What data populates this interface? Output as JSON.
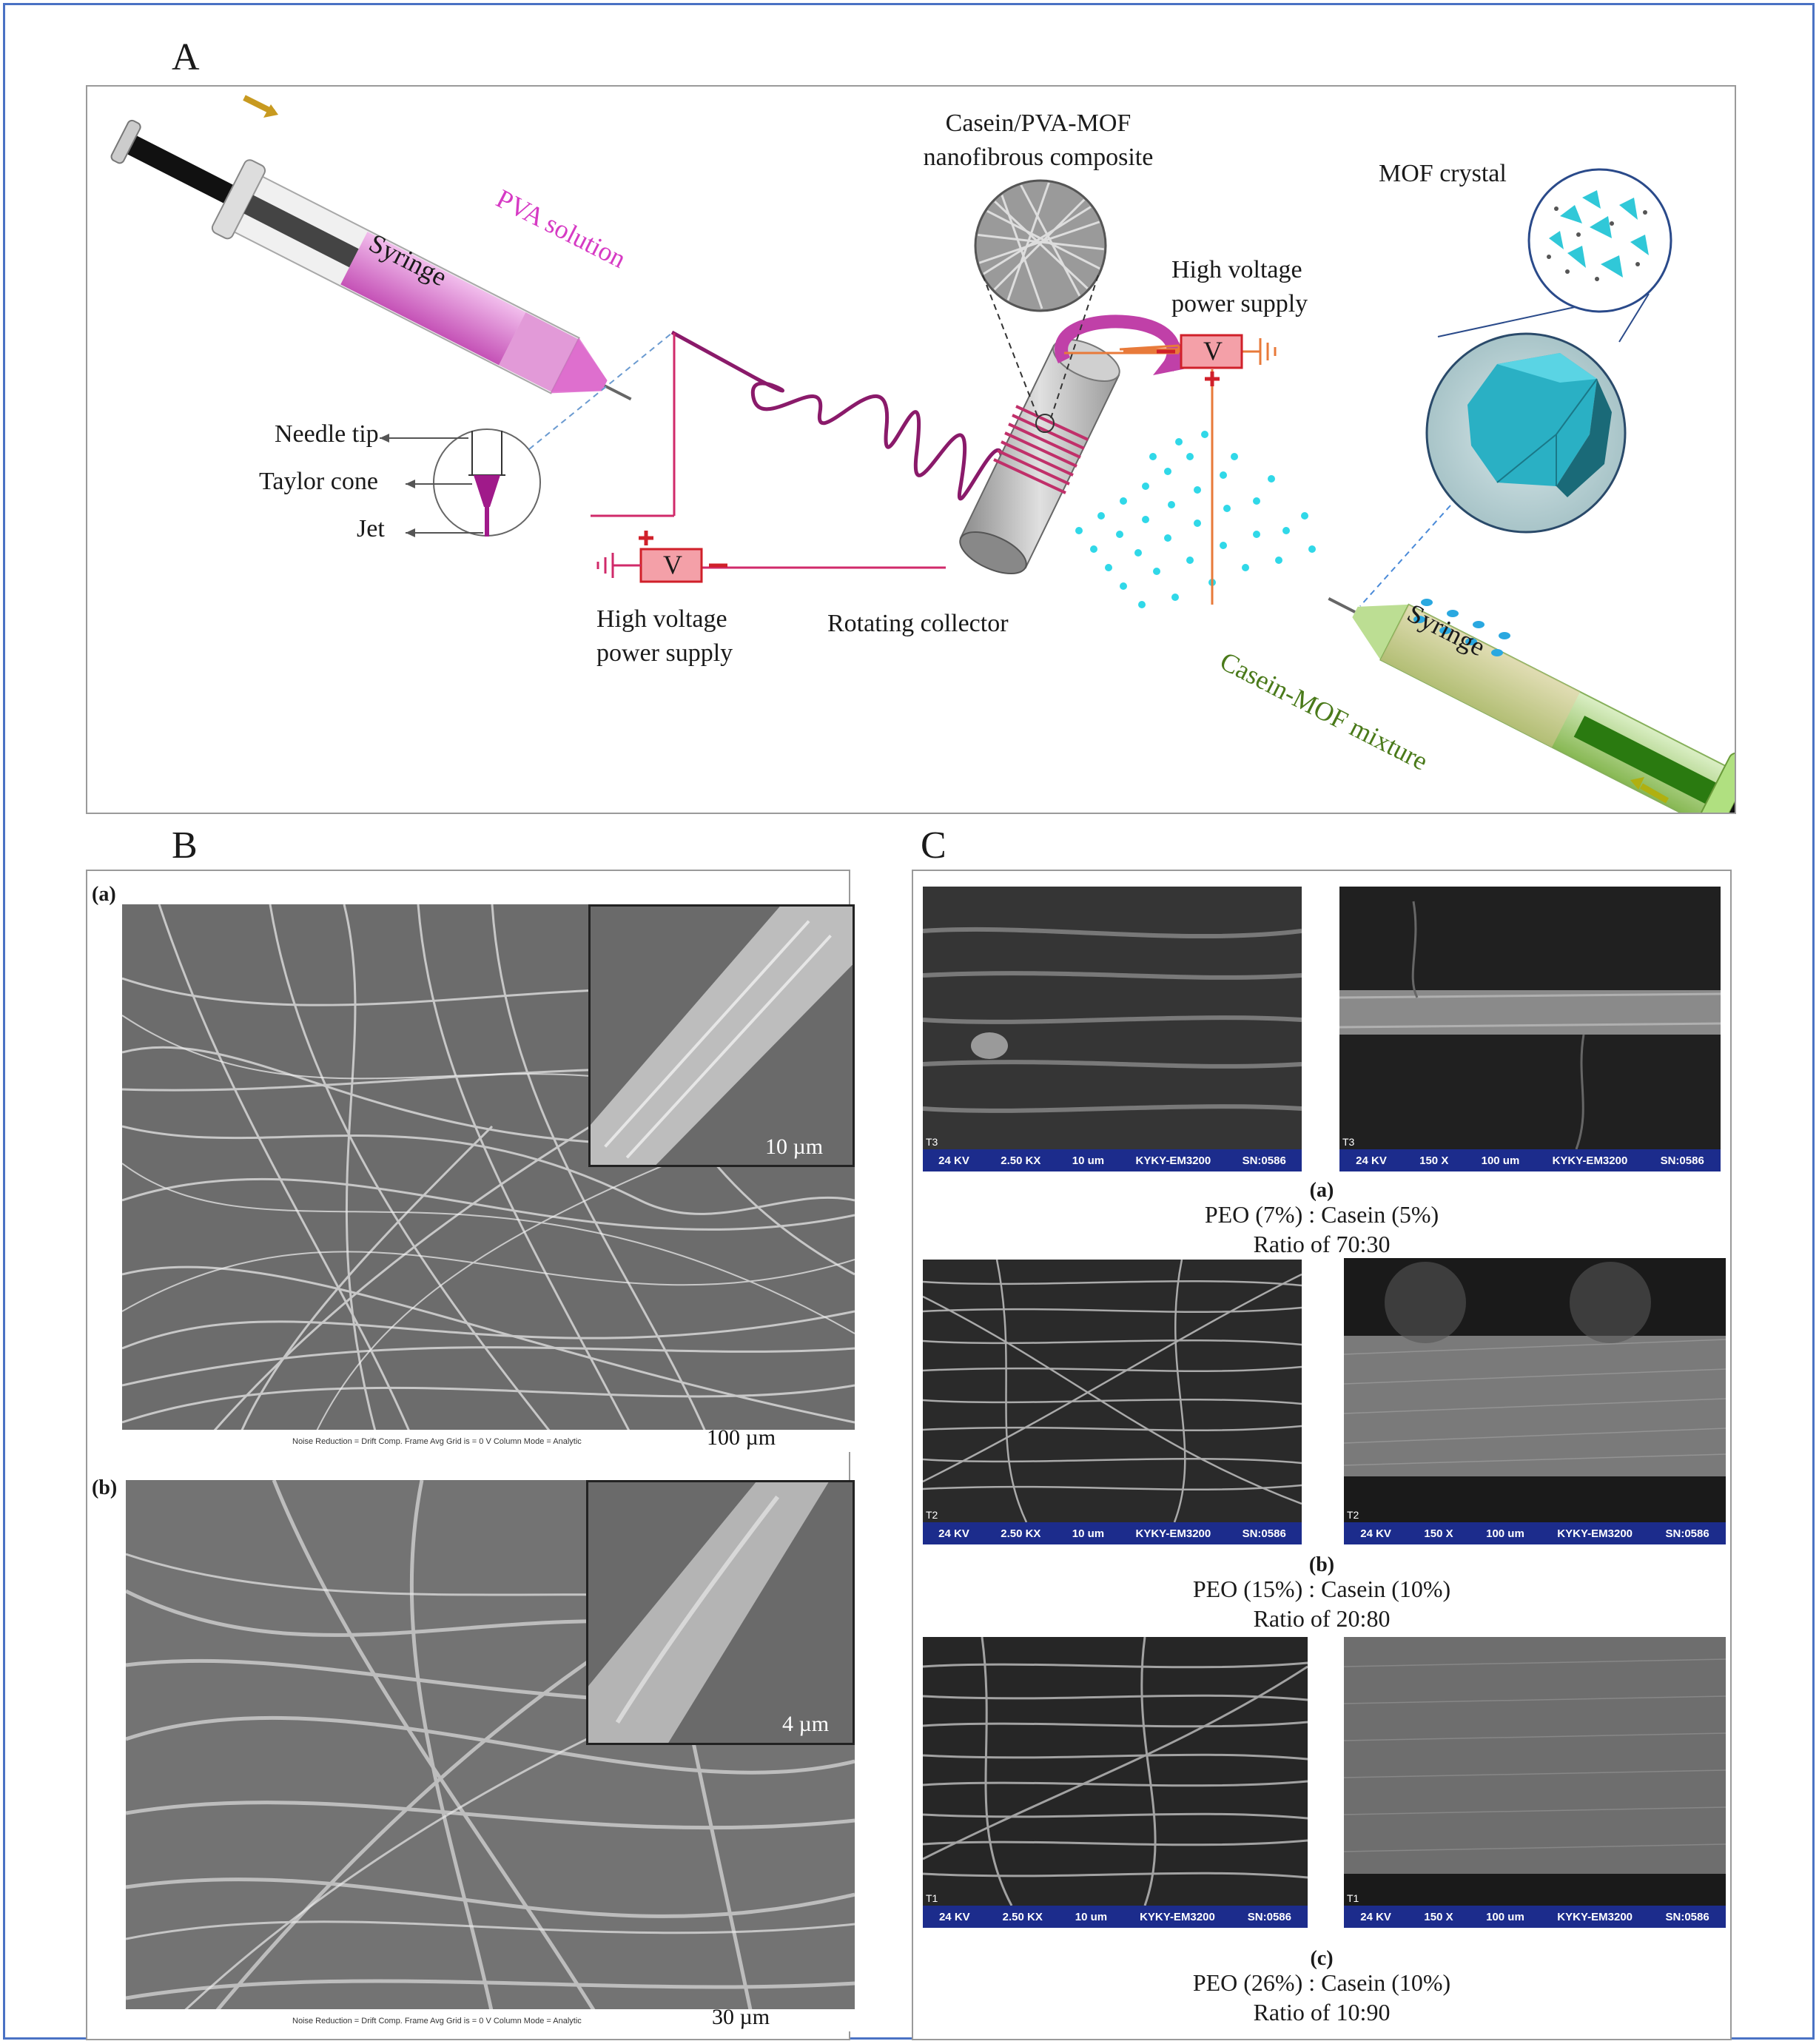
{
  "panels": {
    "a": "A",
    "b": "B",
    "c": "C"
  },
  "schematic": {
    "pva_solution": "PVA solution",
    "syringe_left": "Syringe",
    "syringe_right": "Syringe",
    "composite_line1": "Casein/PVA-MOF",
    "composite_line2": "nanofibrous composite",
    "mof_crystal": "MOF crystal",
    "hv_right_line1": "High voltage",
    "hv_right_line2": "power supply",
    "hv_left_line1": "High voltage",
    "hv_left_line2": "power supply",
    "needle_tip": "Needle tip",
    "taylor_cone": "Taylor cone",
    "jet": "Jet",
    "rotating_collector": "Rotating collector",
    "casein_mof_mixture": "Casein-MOF mixture",
    "voltage_symbol": "V",
    "plus": "+",
    "minus": "−"
  },
  "panel_b": {
    "a_label": "(a)",
    "b_label": "(b)",
    "a_inset_scale": "10 µm",
    "a_main_scale": "100 µm",
    "b_inset_scale": "4 µm",
    "b_main_scale": "30 µm",
    "info_text": "Noise Reduction = Drift Comp. Frame Avg    Grid is =   0 V       Column Mode = Analytic"
  },
  "panel_c": {
    "rows": [
      {
        "label": "(a)",
        "line1": "PEO (7%) : Casein (5%)",
        "line2": "Ratio of 70:30",
        "left_tag": "T3",
        "right_tag": "T3",
        "left_bar": [
          "24 KV",
          "2.50 KX",
          "10 um",
          "KYKY-EM3200",
          "SN:0586"
        ],
        "right_bar": [
          "24 KV",
          "150 X",
          "100 um",
          "KYKY-EM3200",
          "SN:0586"
        ]
      },
      {
        "label": "(b)",
        "line1": "PEO (15%) : Casein (10%)",
        "line2": "Ratio of 20:80",
        "left_tag": "T2",
        "right_tag": "T2",
        "left_bar": [
          "24 KV",
          "2.50 KX",
          "10 um",
          "KYKY-EM3200",
          "SN:0586"
        ],
        "right_bar": [
          "24 KV",
          "150 X",
          "100 um",
          "KYKY-EM3200",
          "SN:0586"
        ]
      },
      {
        "label": "(c)",
        "line1": "PEO (26%) : Casein (10%)",
        "line2": "Ratio of 10:90",
        "left_tag": "T1",
        "right_tag": "T1",
        "left_bar": [
          "24 KV",
          "2.50 KX",
          "10 um",
          "KYKY-EM3200",
          "SN:0586"
        ],
        "right_bar": [
          "24 KV",
          "150 X",
          "100 um",
          "KYKY-EM3200",
          "SN:0586"
        ]
      }
    ]
  },
  "colors": {
    "frame": "#4a72c4",
    "pva": "#d63ac4",
    "mof": "#3cb8c8",
    "casein_green": "#4a7a1a",
    "hv_box": "#f4a0a8",
    "hv_border": "#d0202a",
    "sem_bar": "#1c2c8c"
  }
}
